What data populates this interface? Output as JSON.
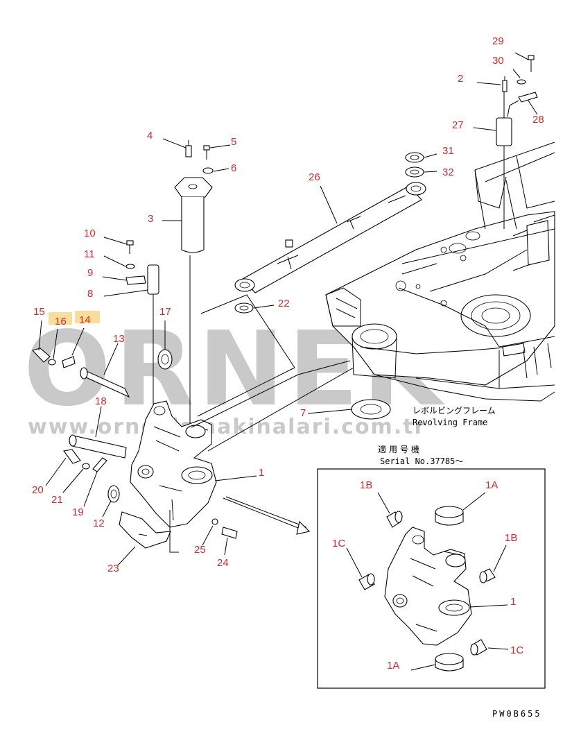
{
  "callouts": {
    "c29": "29",
    "c30": "30",
    "c2": "2",
    "c28": "28",
    "c27": "27",
    "c4": "4",
    "c5": "5",
    "c6": "6",
    "c3": "3",
    "c31": "31",
    "c32": "32",
    "c26": "26",
    "c10": "10",
    "c11": "11",
    "c9": "9",
    "c8": "8",
    "c22": "22",
    "c17": "17",
    "c15": "15",
    "c16": "16",
    "c14": "14",
    "c13": "13",
    "c18": "18",
    "c7": "7",
    "c1": "1",
    "c20": "20",
    "c21": "21",
    "c19": "19",
    "c12": "12",
    "c25": "25",
    "c24": "24",
    "c23": "23"
  },
  "frame_label": {
    "jp": "レボルビングフレーム",
    "en": "Revolving Frame"
  },
  "serial": {
    "jp": "適用号機",
    "en": "Serial No.37785～"
  },
  "inset_callouts": {
    "i1B_a": "1B",
    "i1A_a": "1A",
    "i1B_b": "1B",
    "i1C_a": "1C",
    "i1": "1",
    "i1C_b": "1C",
    "i1A_b": "1A"
  },
  "watermark": {
    "brand": "ORNEK",
    "url": "www.ornekismakinalari.com.tr"
  },
  "drawing_code": "PW0B655",
  "colors": {
    "callout": "#d42a2a",
    "highlight": "#f5d27a",
    "watermark": "#c9c9c9"
  }
}
